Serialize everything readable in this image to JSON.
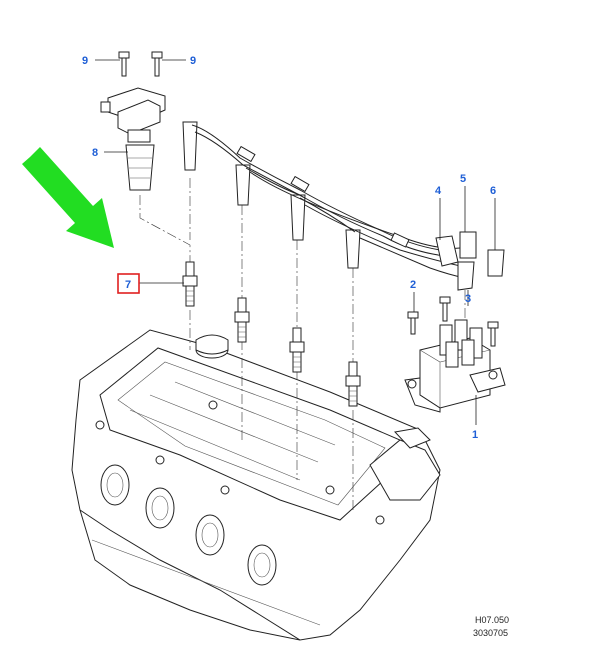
{
  "callouts": {
    "c1": "1",
    "c2": "2",
    "c3": "3",
    "c4": "4",
    "c5": "5",
    "c6": "6",
    "c7": "7",
    "c8": "8",
    "c9a": "9",
    "c9b": "9"
  },
  "reference": {
    "code": "H07.050",
    "number": "3030705"
  },
  "colors": {
    "callout": "#1f5fd6",
    "highlight_box": "#e02020",
    "arrow": "#22dd22"
  },
  "icons": {
    "pointer": "green-arrow-icon"
  }
}
